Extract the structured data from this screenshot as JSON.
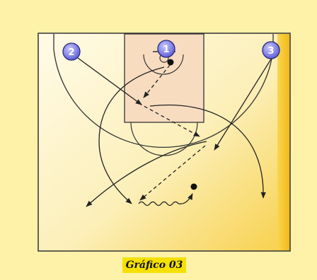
{
  "players": [
    {
      "id": "player-1",
      "number": "1"
    },
    {
      "id": "player-2",
      "number": "2"
    },
    {
      "id": "player-3",
      "number": "3"
    }
  ],
  "caption": "Gráfico 03",
  "colors": {
    "background": "#fdf2a8",
    "court_light": "#fffbe6",
    "court_dark": "#f6c520",
    "lane": "#f7d8b5",
    "player_fill": "#7d7de8",
    "caption_bg": "#f5e000",
    "lines": "#222222"
  }
}
